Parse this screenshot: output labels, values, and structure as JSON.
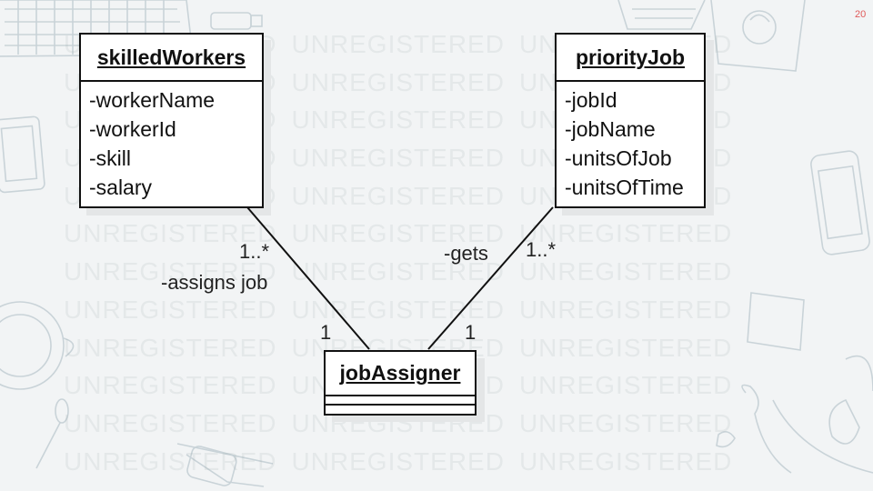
{
  "page_number": "20",
  "watermark_text": "UNREGISTERED",
  "classes": {
    "skilled_workers": {
      "name": "skilledWorkers",
      "attributes": [
        "-workerName",
        "-workerId",
        "-skill",
        "-salary"
      ]
    },
    "priority_job": {
      "name": "priorityJob",
      "attributes": [
        "-jobId",
        "-jobName",
        "-unitsOfJob",
        "-unitsOfTime"
      ]
    },
    "job_assigner": {
      "name": "jobAssigner",
      "attributes": []
    }
  },
  "associations": {
    "assigns": {
      "role": "-assigns job",
      "multiplicity_source": "1..*",
      "multiplicity_target": "1"
    },
    "gets": {
      "role": "-gets",
      "multiplicity_source": "1..*",
      "multiplicity_target": "1"
    }
  }
}
